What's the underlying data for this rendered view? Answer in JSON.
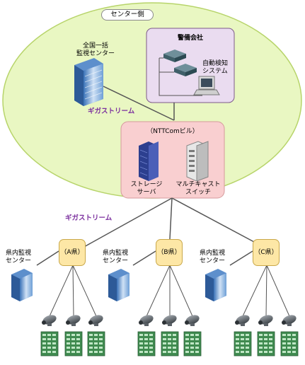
{
  "center_side": {
    "title": "センター側"
  },
  "hq": {
    "label_line1": "全国一括",
    "label_line2": "監視センター"
  },
  "security": {
    "title": "警備会社",
    "system_line1": "自動検知",
    "system_line2": "システム"
  },
  "gigastream_top": "ギガストリーム",
  "gigastream_bottom": "ギガストリーム",
  "ntt": {
    "title": "（NTTComビル）",
    "storage_line1": "ストレージ",
    "storage_line2": "サーバ",
    "switch_line1": "マルチキャスト",
    "switch_line2": "スイッチ"
  },
  "prefectures": [
    {
      "box": "（A県）",
      "center_line1": "県内監視",
      "center_line2": "センター"
    },
    {
      "box": "（B県）",
      "center_line1": "県内監視",
      "center_line2": "センター"
    },
    {
      "box": "（C県）",
      "center_line1": "県内監視",
      "center_line2": "センター"
    }
  ],
  "colors": {
    "ellipse_fill": "#e9f7c2",
    "ellipse_stroke": "#b7d46a",
    "security_fill": "#eadcf0",
    "ntt_fill": "#f9cfd0",
    "pref_fill": "#fde7a6",
    "label_purple": "#7b2f9e"
  }
}
